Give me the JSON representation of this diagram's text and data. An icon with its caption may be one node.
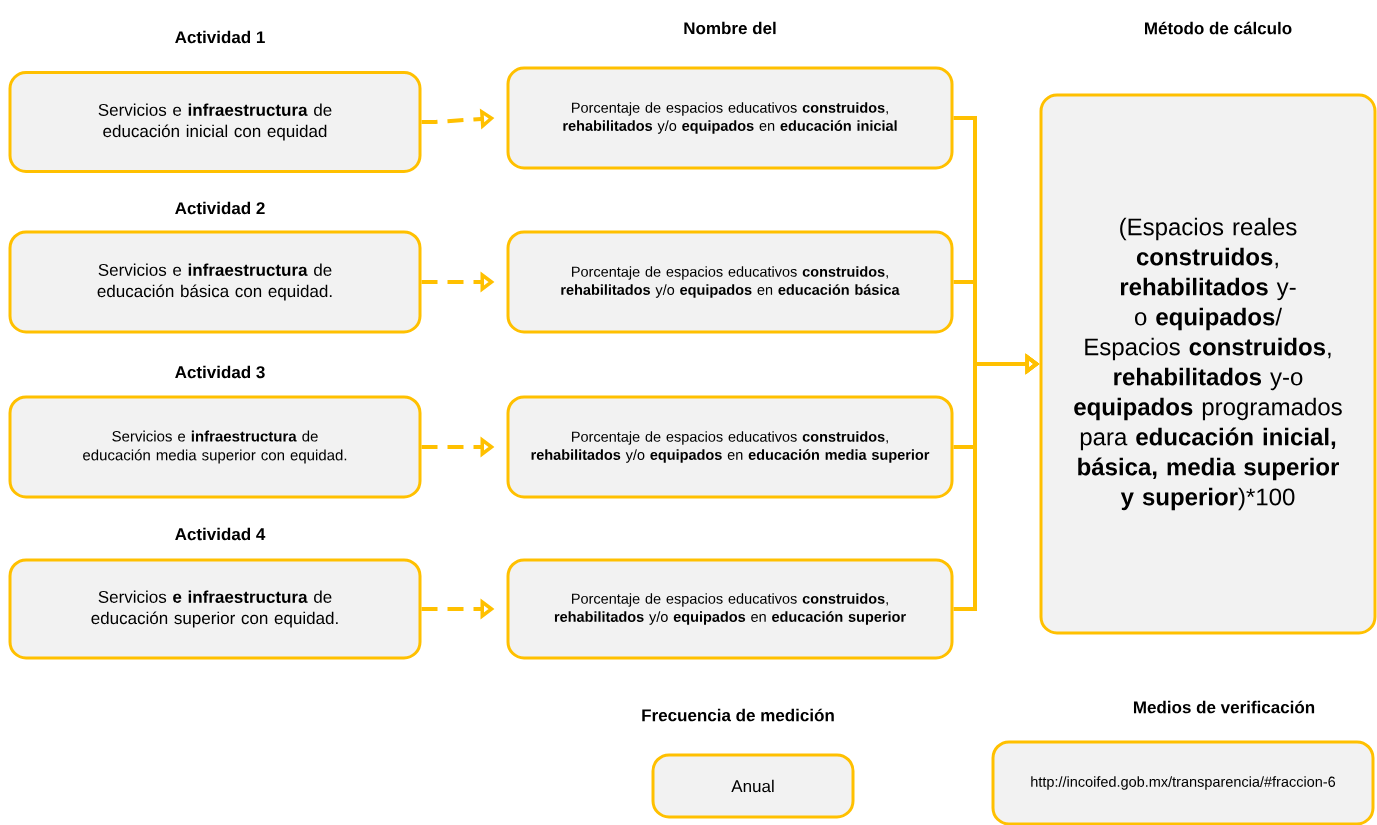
{
  "diagram": {
    "nodes": [
      {
        "text": [
          "Actividad 1",
          "Servicios e **infraestructura** de educación inicial con equidad"
        ]
      },
      {
        "text": [
          "Actividad 2",
          "Servicios e **infraestructura** de educación básica con equidad."
        ]
      },
      {
        "text": [
          "Actividad 3",
          "Servicios e **infraestructura** de educación media superior con equidad."
        ]
      },
      {
        "text": [
          "Actividad 4",
          "Servicios **e infraestructura** de educación superior con equidad."
        ]
      },
      {
        "text": [
          "Porcentaje de espacios educativos **construidos**, **rehabilitados** y/o **equipados** en **educación inicial**"
        ]
      },
      {
        "text": [
          "Porcentaje de espacios educativos **construidos**, **rehabilitados** y/o **equipados** en **educación básica**"
        ]
      },
      {
        "text": [
          "Porcentaje de espacios educativos **construidos**, **rehabilitados** y/o **equipados** en **educación media superior**"
        ]
      },
      {
        "text": [
          "Porcentaje de espacios educativos **construidos**, **rehabilitados** y/o **equipados** en **educación superior**"
        ]
      },
      {
        "text": [
          "Método de cálculo",
          "(Espacios reales **construidos**, **rehabilitados** y-o **equipados**/ Espacios **construidos**, **rehabilitados** y-o **equipados** programados para **educación inicial, básica, media superior y superior**)*100"
        ]
      },
      {
        "text": [
          "Frecuencia de medición",
          "Anual"
        ]
      },
      {
        "text": [
          "Medios de verificación",
          "http://incoifed.gob.mx/transparencia/#fraccion-6"
        ]
      }
    ],
    "edges": [
      {
        "from": 0,
        "to": 4,
        "arrow": "to",
        "style": "dashed"
      },
      {
        "from": 1,
        "to": 5,
        "arrow": "to",
        "style": "dashed"
      },
      {
        "from": 2,
        "to": 6,
        "arrow": "to",
        "style": "dashed"
      },
      {
        "from": 3,
        "to": 7,
        "arrow": "to",
        "style": "dashed"
      },
      {
        "from": 4,
        "to": 8,
        "arrow": "to"
      },
      {
        "from": 5,
        "to": 8,
        "arrow": "to"
      },
      {
        "from": 6,
        "to": 8,
        "arrow": "to"
      },
      {
        "from": 7,
        "to": 8,
        "arrow": "to"
      }
    ],
    "labels": [
      "Nombre del"
    ]
  }
}
